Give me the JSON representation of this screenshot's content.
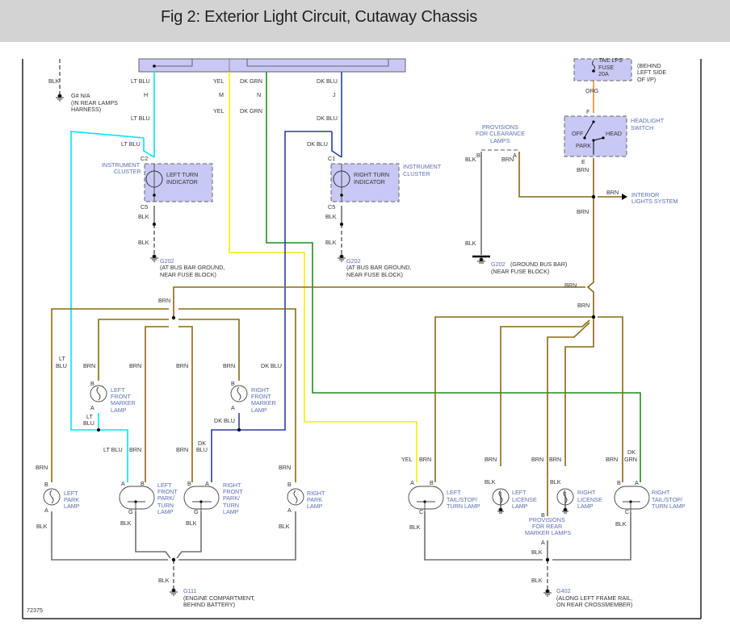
{
  "header": {
    "title": "Fig 2: Exterior Light Circuit, Cutaway Chassis"
  },
  "figure_number": "72375",
  "colors": {
    "lt_blu": "#00e5f0",
    "yel": "#f2f200",
    "dk_grn": "#1e8f1e",
    "dk_blu": "#2a3f9a",
    "brn": "#8b6914",
    "blk": "#707070",
    "org": "#f08a1c",
    "component_fill": "#c8c8f4",
    "component_text": "#5a6fb0"
  },
  "wires": {
    "lt_blu": "LT BLU",
    "yel": "YEL",
    "dk_grn": "DK GRN",
    "dk_blu": "DK BLU",
    "brn": "BRN",
    "blk": "BLK",
    "org": "ORG",
    "lt": "LT",
    "blu": "BLU",
    "dk": "DK",
    "grn": "GRN"
  },
  "pins": {
    "A": "A",
    "B": "B",
    "C": "C",
    "E": "E",
    "F": "F",
    "G": "G",
    "H": "H",
    "J": "J",
    "M": "M",
    "N": "N",
    "C1": "C1",
    "C2": "C2",
    "C5": "C5"
  },
  "grounds": {
    "gna": {
      "id": "G# N/A",
      "line1": "(IN REAR LAMPS",
      "line2": "HARNESS)"
    },
    "g202_left": {
      "id": "G202",
      "line1": "(AT BUS BAR GROUND,",
      "line2": "NEAR FUSE BLOCK)"
    },
    "g202_mid": {
      "id": "G202",
      "line1": "(AT BUS BAR GROUND,",
      "line2": "NEAR FUSE BLOCK)"
    },
    "g202_right": {
      "id": "G202",
      "line1": "(GROUND BUS BAR)",
      "line2": "(NEAR FUSE BLOCK)"
    },
    "g111": {
      "id": "G111",
      "line1": "(ENGINE COMPARTMENT,",
      "line2": "BEHIND BATTERY)"
    },
    "g402": {
      "id": "G402",
      "line1": "(ALONG LEFT FRAME RAIL,",
      "line2": "ON REAR CROSSMEMBER)"
    }
  },
  "components": {
    "fuse": {
      "line0": "TAIL LPS",
      "line1": "FUSE",
      "line2": "20A",
      "loc1": "(BEHIND",
      "loc2": "LEFT SIDE",
      "loc3": "OF I/P)"
    },
    "headlight_switch": {
      "line1": "HEADLIGHT",
      "line2": "SWITCH",
      "off": "OFF",
      "head": "HEAD",
      "park": "PARK"
    },
    "left_turn_indicator": {
      "line1": "LEFT TURN",
      "line2": "INDICATOR",
      "cluster1": "INSTRUMENT",
      "cluster2": "CLUSTER"
    },
    "right_turn_indicator": {
      "line1": "RIGHT TURN",
      "line2": "INDICATOR",
      "cluster1": "INSTRUMENT",
      "cluster2": "CLUSTER"
    },
    "clearance_provisions": {
      "line1": "PROVISIONS",
      "line2": "FOR CLEARANCE",
      "line3": "LAMPS"
    },
    "interior_lights": {
      "line1": "INTERIOR",
      "line2": "LIGHTS SYSTEM"
    },
    "left_front_marker": {
      "line1": "LEFT",
      "line2": "FRONT",
      "line3": "MARKER",
      "line4": "LAMP"
    },
    "right_front_marker": {
      "line1": "RIGHT",
      "line2": "FRONT",
      "line3": "MARKER",
      "line4": "LAMP"
    },
    "left_park": {
      "line1": "LEFT",
      "line2": "PARK",
      "line3": "LAMP"
    },
    "right_park": {
      "line1": "RIGHT",
      "line2": "PARK",
      "line3": "LAMP"
    },
    "left_front_park_turn": {
      "line1": "LEFT",
      "line2": "FRONT",
      "line3": "PARK/",
      "line4": "TURN",
      "line5": "LAMP"
    },
    "right_front_park_turn": {
      "line1": "RIGHT",
      "line2": "FRONT",
      "line3": "PARK/",
      "line4": "TURN",
      "line5": "LAMP"
    },
    "left_tail": {
      "line1": "LEFT",
      "line2": "TAIL/STOP/",
      "line3": "TURN LAMP"
    },
    "right_tail": {
      "line1": "RIGHT",
      "line2": "TAIL/STOP/",
      "line3": "TURN LAMP"
    },
    "left_license": {
      "line1": "LEFT",
      "line2": "LICENSE",
      "line3": "LAMP"
    },
    "right_license": {
      "line1": "RIGHT",
      "line2": "LICENSE",
      "line3": "LAMP"
    },
    "rear_marker_provisions": {
      "line1": "PROVISIONS",
      "line2": "FOR REAR",
      "line3": "MARKER LAMPS"
    }
  }
}
